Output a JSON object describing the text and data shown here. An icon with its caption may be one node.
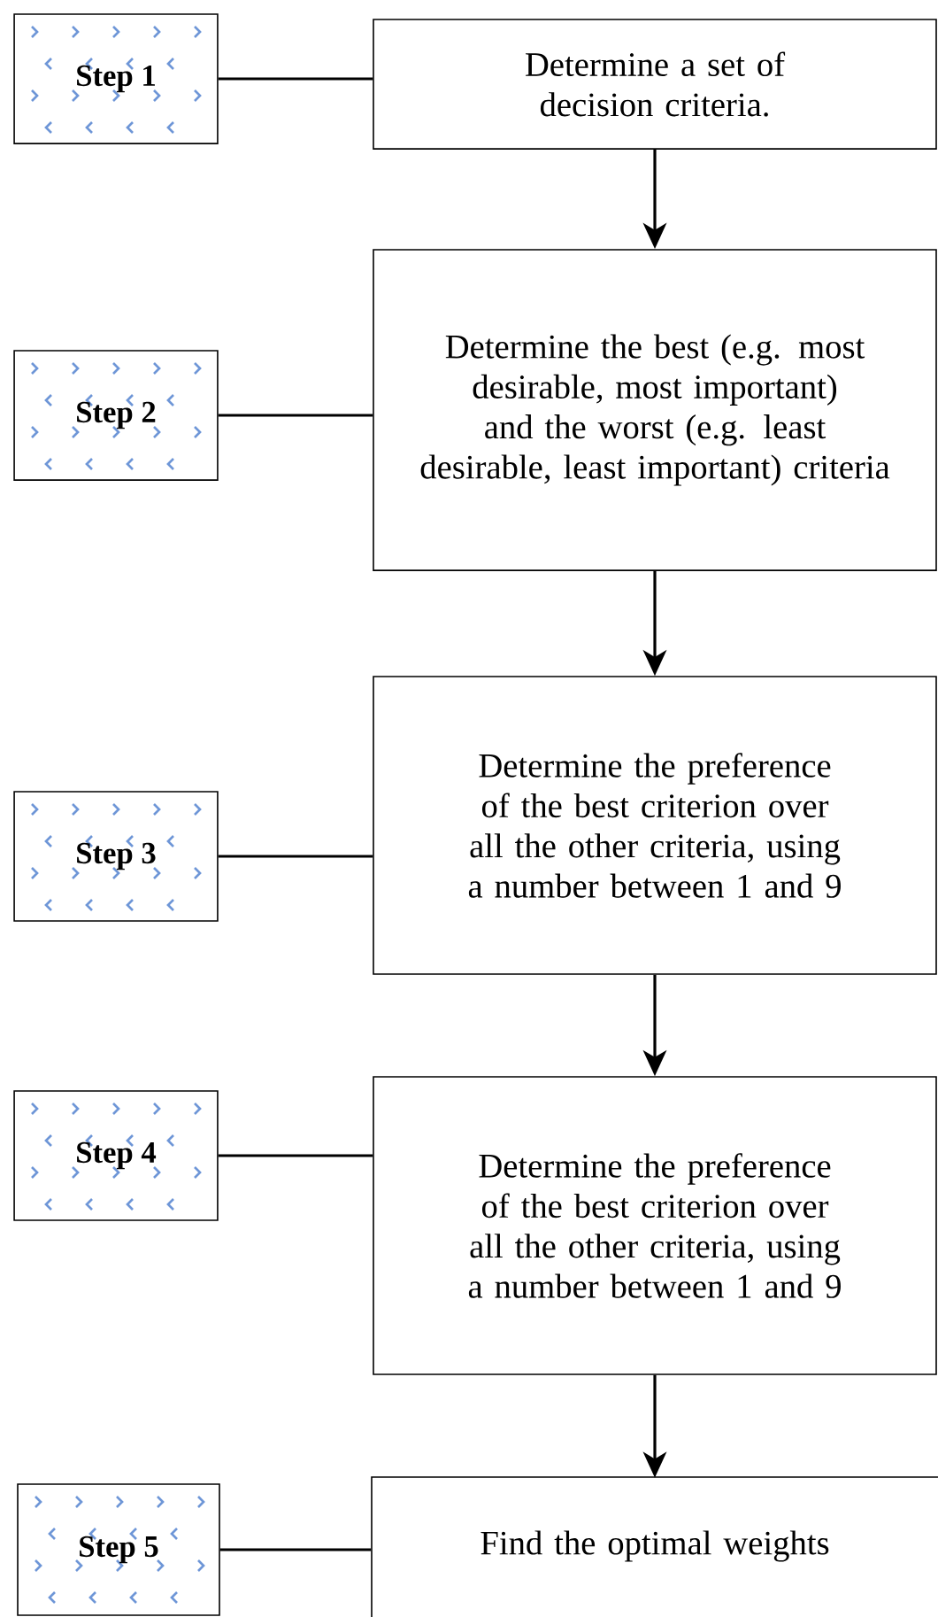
{
  "diagram": {
    "nodes": [
      {
        "text": [
          "Step 1"
        ]
      },
      {
        "text": [
          "Determine a set of decision criteria."
        ]
      },
      {
        "text": [
          "Step 2"
        ]
      },
      {
        "text": [
          "Determine the best (e.g. most desirable, most important) and the worst (e.g. least desirable, least important) criteria"
        ]
      },
      {
        "text": [
          "Step 3"
        ]
      },
      {
        "text": [
          "Determine the preference of the best criterion over all the other criteria, using a number between 1 and 9"
        ]
      },
      {
        "text": [
          "Step 4"
        ]
      },
      {
        "text": [
          "Determine the preference of the best criterion over all the other criteria, using a number between 1 and 9"
        ]
      },
      {
        "text": [
          "Step 5"
        ]
      },
      {
        "text": [
          "Find the optimal weights"
        ]
      }
    ],
    "edges": [
      {
        "from": 0,
        "to": 1,
        "arrow": "none"
      },
      {
        "from": 1,
        "to": 3,
        "arrow": "to"
      },
      {
        "from": 2,
        "to": 3,
        "arrow": "none"
      },
      {
        "from": 3,
        "to": 5,
        "arrow": "to"
      },
      {
        "from": 4,
        "to": 5,
        "arrow": "none"
      },
      {
        "from": 5,
        "to": 7,
        "arrow": "to"
      },
      {
        "from": 6,
        "to": 7,
        "arrow": "none"
      },
      {
        "from": 7,
        "to": 9,
        "arrow": "to"
      },
      {
        "from": 8,
        "to": 9,
        "arrow": "none"
      }
    ]
  }
}
